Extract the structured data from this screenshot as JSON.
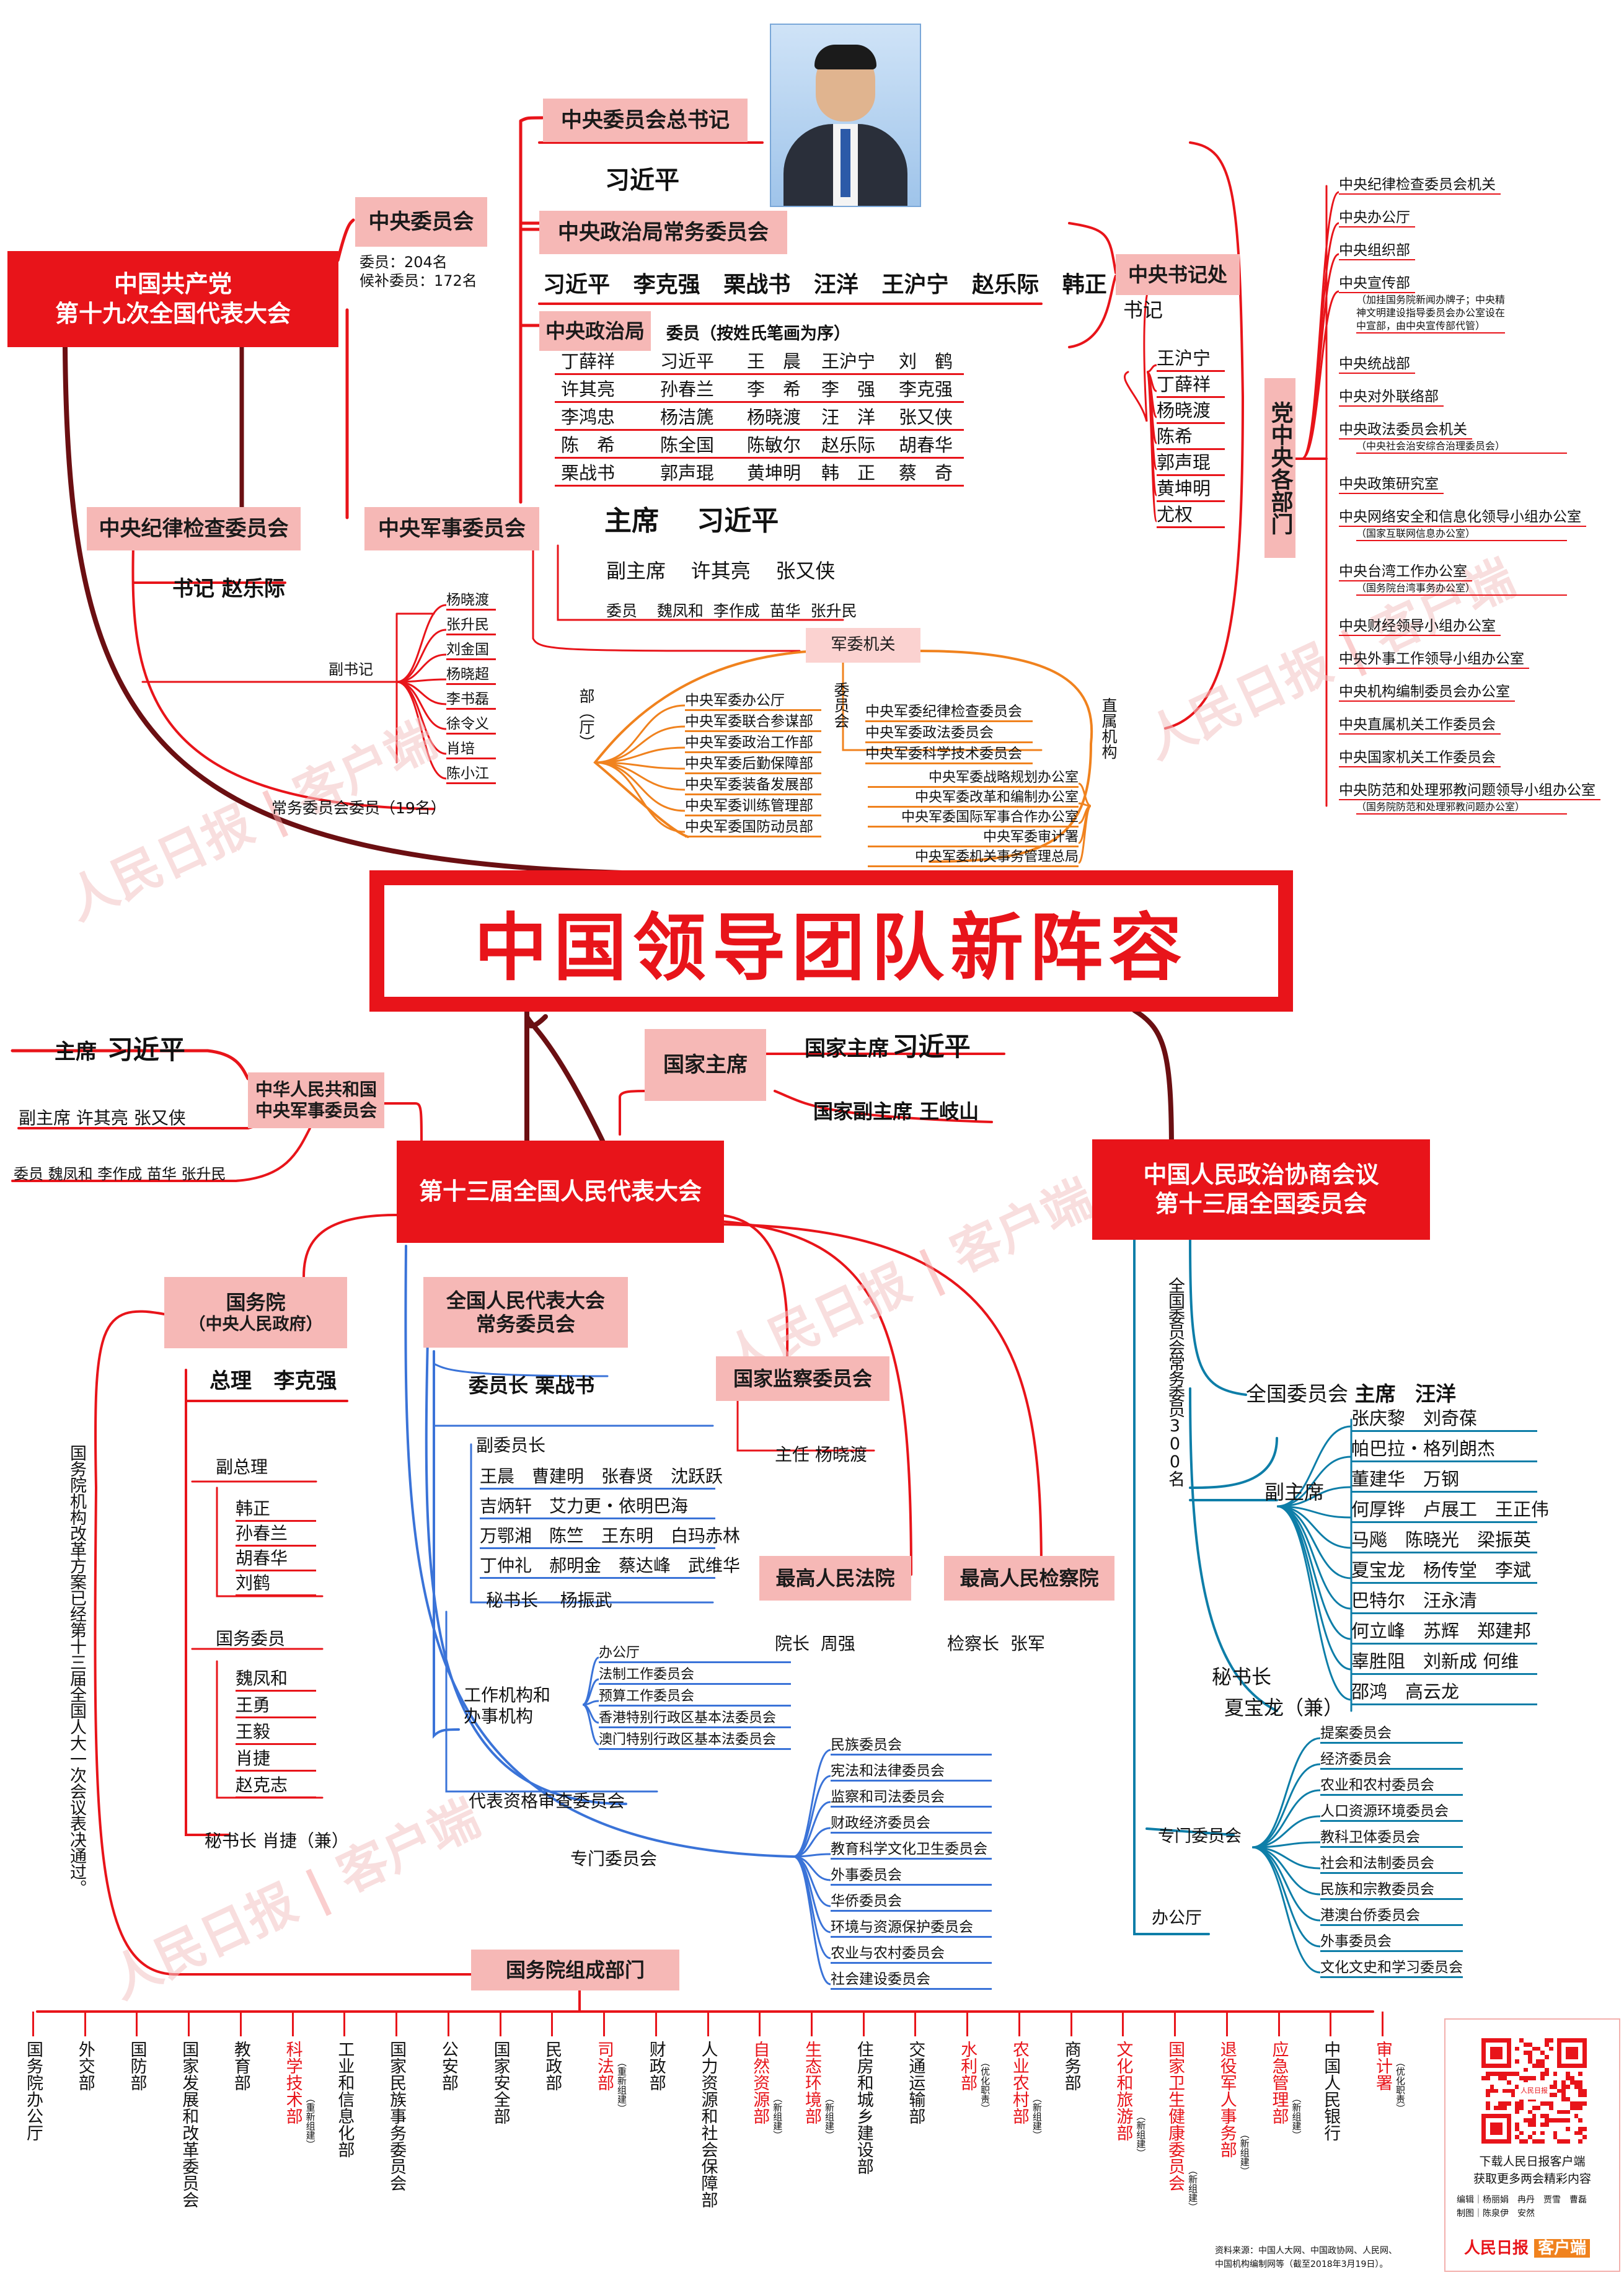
{
  "title": "中国领导团队新阵容",
  "party": {
    "congress": [
      "中国共产党",
      "第十九次全国代表大会"
    ],
    "central_committee": {
      "label": "中央委员会",
      "members": [
        "委员：204名",
        "候补委员：172名"
      ]
    },
    "general_secretary": {
      "label": "中央委员会总书记",
      "name": "习近平"
    },
    "psc": {
      "label": "中央政治局常务委员会",
      "members": [
        "习近平",
        "李克强",
        "栗战书",
        "汪洋",
        "王沪宁",
        "赵乐际",
        "韩正"
      ]
    },
    "politburo": {
      "label": "中央政治局",
      "note": "委员（按姓氏笔画为序）",
      "rows": [
        [
          "丁薛祥",
          "习近平",
          "王　晨",
          "王沪宁",
          "刘　鹤"
        ],
        [
          "许其亮",
          "孙春兰",
          "李　希",
          "李　强",
          "李克强"
        ],
        [
          "李鸿忠",
          "杨洁篪",
          "杨晓渡",
          "汪　洋",
          "张又侠"
        ],
        [
          "陈　希",
          "陈全国",
          "陈敏尔",
          "赵乐际",
          "胡春华"
        ],
        [
          "栗战书",
          "郭声琨",
          "黄坤明",
          "韩　正",
          "蔡　奇"
        ]
      ]
    },
    "secretariat": {
      "label": "中央书记处",
      "sub": "书记",
      "members": [
        "王沪宁",
        "丁薛祥",
        "杨晓渡",
        "陈希",
        "郭声琨",
        "黄坤明",
        "尤权"
      ]
    },
    "departments": {
      "label": "党中央各部门",
      "items": [
        {
          "name": "中央纪律检查委员会机关"
        },
        {
          "name": "中央办公厅"
        },
        {
          "name": "中央组织部"
        },
        {
          "name": "中央宣传部",
          "note": "（加挂国务院新闻办牌子；中央精神文明建设指导委员会办公室设在中宣部，由中央宣传部代管）"
        },
        {
          "name": "中央统战部"
        },
        {
          "name": "中央对外联络部"
        },
        {
          "name": "中央政法委员会机关",
          "note": "（中央社会治安综合治理委员会）"
        },
        {
          "name": "中央政策研究室"
        },
        {
          "name": "中央网络安全和信息化领导小组办公室",
          "note": "（国家互联网信息办公室）"
        },
        {
          "name": "中央台湾工作办公室",
          "note": "（国务院台湾事务办公室）"
        },
        {
          "name": "中央财经领导小组办公室"
        },
        {
          "name": "中央外事工作领导小组办公室"
        },
        {
          "name": "中央机构编制委员会办公室"
        },
        {
          "name": "中央直属机关工作委员会"
        },
        {
          "name": "中央国家机关工作委员会"
        },
        {
          "name": "中央防范和处理邪教问题领导小组办公室",
          "note": "（国务院防范和处理邪教问题办公室）"
        }
      ]
    },
    "discipline": {
      "label": "中央纪律检查委员会",
      "secretary_label": "书记",
      "secretary": "赵乐际",
      "deputy_label": "副书记",
      "deputies": [
        "杨晓渡",
        "张升民",
        "刘金国",
        "杨晓超",
        "李书磊",
        "徐令义",
        "肖培",
        "陈小江"
      ],
      "standing": "常务委员会委员（19名）"
    },
    "military": {
      "label": "中央军事委员会",
      "chair_label": "主席",
      "chair": "习近平",
      "vice_label": "副主席",
      "vice": [
        "许其亮",
        "张又侠"
      ],
      "members_label": "委员",
      "members": [
        "魏凤和",
        "李作成",
        "苗华",
        "张升民"
      ],
      "organs_label": "军委机关",
      "dept_label": "部（厅）",
      "depts": [
        "中央军委办公厅",
        "中央军委联合参谋部",
        "中央军委政治工作部",
        "中央军委后勤保障部",
        "中央军委装备发展部",
        "中央军委训练管理部",
        "中央军委国防动员部"
      ],
      "committee_label": "委员会",
      "committees": [
        "中央军委纪律检查委员会",
        "中央军委政法委员会",
        "中央军委科学技术委员会"
      ],
      "direct_label": "直属机构",
      "direct": [
        "中央军委战略规划办公室",
        "中央军委改革和编制办公室",
        "中央军委国际军事合作办公室",
        "中央军委审计署",
        "中央军委机关事务管理总局"
      ]
    }
  },
  "state": {
    "prc_cmc": {
      "label": [
        "中华人民共和国",
        "中央军事委员会"
      ],
      "chair_label": "主席",
      "chair": "习近平",
      "vice_line": "副主席  许其亮  张又侠",
      "members_line": "委员  魏凤和 李作成  苗华 张升民"
    },
    "president": {
      "label": "国家主席",
      "president_label": "国家主席",
      "president": "习近平",
      "vice_label": "国家副主席",
      "vice": "王岐山"
    },
    "npc": {
      "label": "第十三届全国人民代表大会"
    },
    "cppcc": {
      "label": [
        "中国人民政治协商会议",
        "第十三届全国委员会"
      ],
      "standing_vertical": "全国委员会常务委员300名",
      "chair_label": "全国委员会",
      "chair_title": "主席",
      "chair": "汪洋",
      "vice_label": "副主席",
      "vice_rows": [
        "张庆黎　刘奇葆",
        "帕巴拉・格列朗杰",
        "董建华　万钢",
        "何厚铧　卢展工　王正伟",
        "马飚　陈晓光　梁振英",
        "夏宝龙　杨传堂　李斌",
        "巴特尔　汪永清",
        "何立峰　苏辉　郑建邦",
        "辜胜阻　刘新成 何维",
        "邵鸿　高云龙"
      ],
      "secgen_label": "秘书长",
      "secgen": "夏宝龙（兼）",
      "special_label": "专门委员会",
      "special": [
        "提案委员会",
        "经济委员会",
        "农业和农村委员会",
        "人口资源环境委员会",
        "教科卫体委员会",
        "社会和法制委员会",
        "民族和宗教委员会",
        "港澳台侨委员会",
        "外事委员会",
        "文化文史和学习委员会"
      ],
      "office": "办公厅"
    },
    "state_council": {
      "label": [
        "国务院",
        "（中央人民政府）"
      ],
      "premier_label": "总理",
      "premier": "李克强",
      "vice_label": "副总理",
      "vices": [
        "韩正",
        "孙春兰",
        "胡春华",
        "刘鹤"
      ],
      "councilor_label": "国务委员",
      "councilors": [
        "魏凤和",
        "王勇",
        "王毅",
        "肖捷",
        "赵克志"
      ],
      "secgen": "秘书长 肖捷（兼）",
      "reform_note": "国务院机构改革方案已经第十三届全国人大一次会议表决通过。",
      "components_label": "国务院组成部门"
    },
    "npcsc": {
      "label": [
        "全国人民代表大会",
        "常务委员会"
      ],
      "chair_label": "委员长",
      "chair": "栗战书",
      "vice_label": "副委员长",
      "vice_rows": [
        "王晨　曹建明　张春贤　沈跃跃",
        "吉炳轩　艾力更・依明巴海",
        "万鄂湘　陈竺　王东明　白玛赤林",
        "丁仲礼　郝明金　蔡达峰　武维华"
      ],
      "secgen_label": "秘书长",
      "secgen": "杨振武",
      "work_label": [
        "工作机构和",
        "办事机构"
      ],
      "work": [
        "办公厅",
        "法制工作委员会",
        "预算工作委员会",
        "香港特别行政区基本法委员会",
        "澳门特别行政区基本法委员会"
      ],
      "credentials": "代表资格审查委员会",
      "special_label": "专门委员会",
      "special": [
        "民族委员会",
        "宪法和法律委员会",
        "监察和司法委员会",
        "财政经济委员会",
        "教育科学文化卫生委员会",
        "外事委员会",
        "华侨委员会",
        "环境与资源保护委员会",
        "农业与农村委员会",
        "社会建设委员会"
      ]
    },
    "supervision": {
      "label": "国家监察委员会",
      "head_label": "主任",
      "head": "杨晓渡"
    },
    "court": {
      "label": "最高人民法院",
      "head_label": "院长",
      "head": "周强"
    },
    "procuratorate": {
      "label": "最高人民检察院",
      "head_label": "检察长",
      "head": "张军"
    },
    "ministries": [
      {
        "name": "国务院办公厅",
        "red": false,
        "note": ""
      },
      {
        "name": "外交部",
        "red": false,
        "note": ""
      },
      {
        "name": "国防部",
        "red": false,
        "note": ""
      },
      {
        "name": "国家发展和改革委员会",
        "red": false,
        "note": ""
      },
      {
        "name": "教育部",
        "red": false,
        "note": ""
      },
      {
        "name": "科学技术部",
        "red": true,
        "note": "（重新组建）"
      },
      {
        "name": "工业和信息化部",
        "red": false,
        "note": ""
      },
      {
        "name": "国家民族事务委员会",
        "red": false,
        "note": ""
      },
      {
        "name": "公安部",
        "red": false,
        "note": ""
      },
      {
        "name": "国家安全部",
        "red": false,
        "note": ""
      },
      {
        "name": "民政部",
        "red": false,
        "note": ""
      },
      {
        "name": "司法部",
        "red": true,
        "note": "（重新组建）"
      },
      {
        "name": "财政部",
        "red": false,
        "note": ""
      },
      {
        "name": "人力资源和社会保障部",
        "red": false,
        "note": ""
      },
      {
        "name": "自然资源部",
        "red": true,
        "note": "（新组建）"
      },
      {
        "name": "生态环境部",
        "red": true,
        "note": "（新组建）"
      },
      {
        "name": "住房和城乡建设部",
        "red": false,
        "note": ""
      },
      {
        "name": "交通运输部",
        "red": false,
        "note": ""
      },
      {
        "name": "水利部",
        "red": true,
        "note": "（优化职责）"
      },
      {
        "name": "农业农村部",
        "red": true,
        "note": "（新组建）"
      },
      {
        "name": "商务部",
        "red": false,
        "note": ""
      },
      {
        "name": "文化和旅游部",
        "red": true,
        "note": "（新组建）"
      },
      {
        "name": "国家卫生健康委员会",
        "red": true,
        "note": "（新组建）"
      },
      {
        "name": "退役军人事务部",
        "red": true,
        "note": "（新组建）"
      },
      {
        "name": "应急管理部",
        "red": true,
        "note": "（新组建）"
      },
      {
        "name": "中国人民银行",
        "red": false,
        "note": ""
      },
      {
        "name": "审计署",
        "red": true,
        "note": "（优化职责）"
      }
    ]
  },
  "footer": {
    "qr_lines": [
      "下载人民日报客户端",
      "获取更多两会精彩内容"
    ],
    "credits": [
      "编辑｜杨丽娟　冉丹　贾雪　曹磊",
      "制图｜陈泉伊　安然"
    ],
    "source": [
      "资料来源：中国人大网、中国政协网、人民网、",
      "中国机构编制网等（截至2018年3月19日）。"
    ],
    "brand": [
      "人民日报",
      "客户端"
    ],
    "qr_brand": "人民日报"
  },
  "watermark": [
    "人民日报",
    "客户端"
  ],
  "colors": {
    "red": "#e8141a",
    "pink": "#f6b8b6",
    "blue": "#3a73d8",
    "teal": "#0e7ea8",
    "orange": "#f0821e",
    "dark": "#6b0f12"
  }
}
